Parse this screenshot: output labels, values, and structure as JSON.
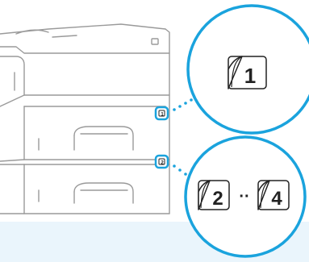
{
  "colors": {
    "accent": "#1aa3dd",
    "band": "#eaf5fc",
    "line": "#9a9a9a",
    "dark": "#222222"
  },
  "callouts": {
    "top": {
      "number": "1"
    },
    "bottom": {
      "first_number": "2",
      "separator": "··",
      "last_number": "4"
    }
  },
  "drawer_badges": {
    "upper": "1",
    "lower": "2"
  },
  "icons": {
    "upper_badge": "paper-drawer-icon",
    "lower_badge": "paper-drawer-icon",
    "callout_paper": "paper-sheet-icon"
  }
}
